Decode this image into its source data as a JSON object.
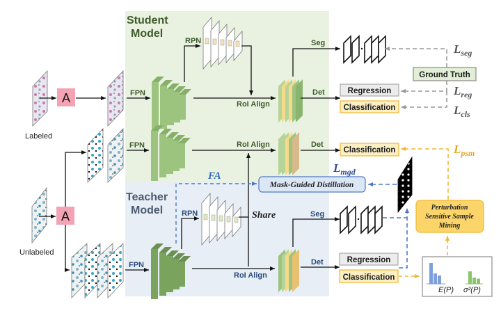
{
  "inputs": {
    "labeled": "Labeled",
    "unlabeled": "Unlabeled",
    "augment": "A"
  },
  "student": {
    "title_line1": "Student",
    "title_line2": "Model",
    "fpn_top": "FPN",
    "fpn_mid": "FPN",
    "rpn": "RPN",
    "roi_top": "RoI Align",
    "roi_mid": "RoI Align",
    "seg": "Seg",
    "det_top": "Det",
    "det_mid": "Det"
  },
  "teacher": {
    "title_line1": "Teacher",
    "title_line2": "Model",
    "fpn": "FPN",
    "rpn": "RPN",
    "roi": "RoI Align",
    "seg": "Seg",
    "det": "Det",
    "share": "Share"
  },
  "heads": {
    "regression_top": "Regression",
    "classification_top": "Classification",
    "classification_mid": "Classification",
    "regression_bottom": "Regression",
    "classification_bottom": "Classification"
  },
  "ground_truth": "Ground Truth",
  "losses": {
    "seg": {
      "main": "L",
      "sub": "seg"
    },
    "reg": {
      "main": "L",
      "sub": "reg"
    },
    "cls": {
      "main": "L",
      "sub": "cls"
    },
    "psm": {
      "main": "L",
      "sub": "psm"
    },
    "mgd": {
      "main": "L",
      "sub": "mgd"
    }
  },
  "fa_label": "FA",
  "mgd_box": "Mask-Guided Distillation",
  "psm_box": {
    "line1": "Perturbation",
    "line2": "Sensitive Sample",
    "line3": "Mining"
  },
  "stats": {
    "mean_label": "E(P)",
    "var_label": "σ²(P)",
    "mean_bars": [
      1.0,
      0.5,
      0.4
    ],
    "var_bars": [
      0.6,
      0.3,
      0.25
    ]
  },
  "colors": {
    "student_bg": "#e9f2e1",
    "teacher_bg": "#e7eef6",
    "green_block": "#9cc47e",
    "dark_green_block": "#7aa35e",
    "gray_line": "#888888",
    "orange_dash": "#f0b830",
    "blue_dash": "#4f78c4",
    "augment_pink": "#f4a3b4"
  }
}
